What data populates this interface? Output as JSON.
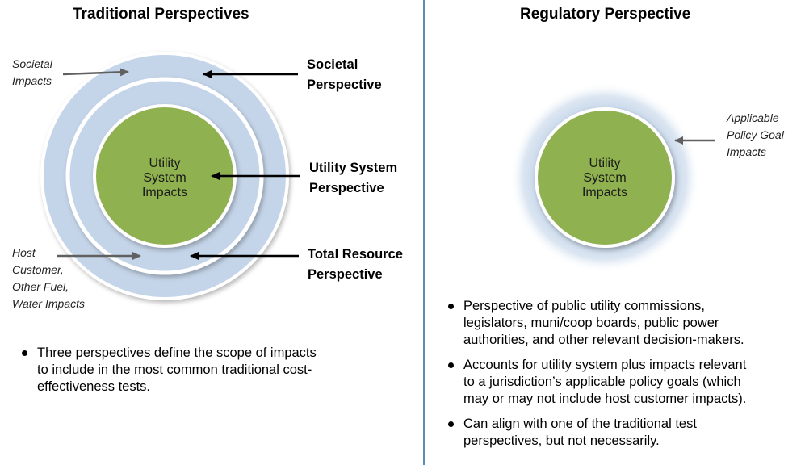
{
  "left_panel": {
    "title": "Traditional Perspectives",
    "center_label": [
      "Utility",
      "System",
      "Impacts"
    ],
    "outer_label": [
      "Societal",
      "Impacts"
    ],
    "host_label": [
      "Host",
      "Customer,",
      "Other Fuel,",
      "Water Impacts"
    ],
    "perspectives": {
      "societal": [
        "Societal",
        "Perspective"
      ],
      "utility": [
        "Utility System",
        "Perspective"
      ],
      "total": [
        "Total Resource",
        "Perspective"
      ]
    },
    "bullets": [
      [
        "Three perspectives define the scope of impacts",
        "to include in the most common traditional cost-",
        "effectiveness tests."
      ]
    ]
  },
  "right_panel": {
    "title": "Regulatory Perspective",
    "center_label": [
      "Utility",
      "System",
      "Impacts"
    ],
    "policy_label": [
      "Applicable",
      "Policy Goal",
      "Impacts"
    ],
    "bullets": [
      [
        "Perspective of public utility commissions,",
        "legislators, muni/coop boards, public power",
        "authorities, and other relevant decision-makers."
      ],
      [
        "Accounts for utility system plus impacts relevant",
        "to a jurisdiction’s applicable policy goals (which",
        "may or may not include host customer impacts)."
      ],
      [
        "Can align with one of the traditional test",
        "perspectives, but not necessarily."
      ]
    ]
  },
  "colors": {
    "outer_ring": "#c5d5e9",
    "core": "#8fb14f",
    "divider": "#5b8db8",
    "arrow_dark": "#000000",
    "arrow_gray": "#606060"
  }
}
